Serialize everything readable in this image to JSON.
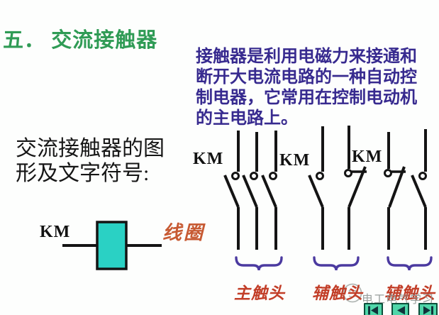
{
  "title": {
    "text": "五． 交流接触器",
    "color": "#2f9b55"
  },
  "intro": {
    "text": "接触器是利用电磁力来接通和\n断开大电流电路的一种自动控\n制电器，它常用在控制电动机\n的主电路上。",
    "color": "#372a8f"
  },
  "caption": {
    "text": "交流接触器的图\n形及文字符号:"
  },
  "coil": {
    "ref_label": "KM",
    "name_label": "线圈",
    "fill_color": "#2ad1c4",
    "name_color": "#c75a33"
  },
  "contact_groups": [
    {
      "ref_label": "KM",
      "name_label": "主触头",
      "type": "three normally-open main contacts"
    },
    {
      "ref_label": "KM",
      "name_label": "辅触头",
      "type": "auxiliary NO + NC pair"
    },
    {
      "ref_label": "KM",
      "name_label": "辅触头",
      "type": "auxiliary NC + NO pair"
    }
  ],
  "label_color": "#c23e28",
  "brace_color": "#4b3aa0",
  "watermark": {
    "text": "电工电气学习"
  },
  "nav": {
    "buttons": [
      {
        "icon": "skip-to-first-icon"
      },
      {
        "icon": "previous-icon"
      },
      {
        "icon": "skip-to-last-icon"
      }
    ],
    "bg_color": "#4fd6a9"
  }
}
